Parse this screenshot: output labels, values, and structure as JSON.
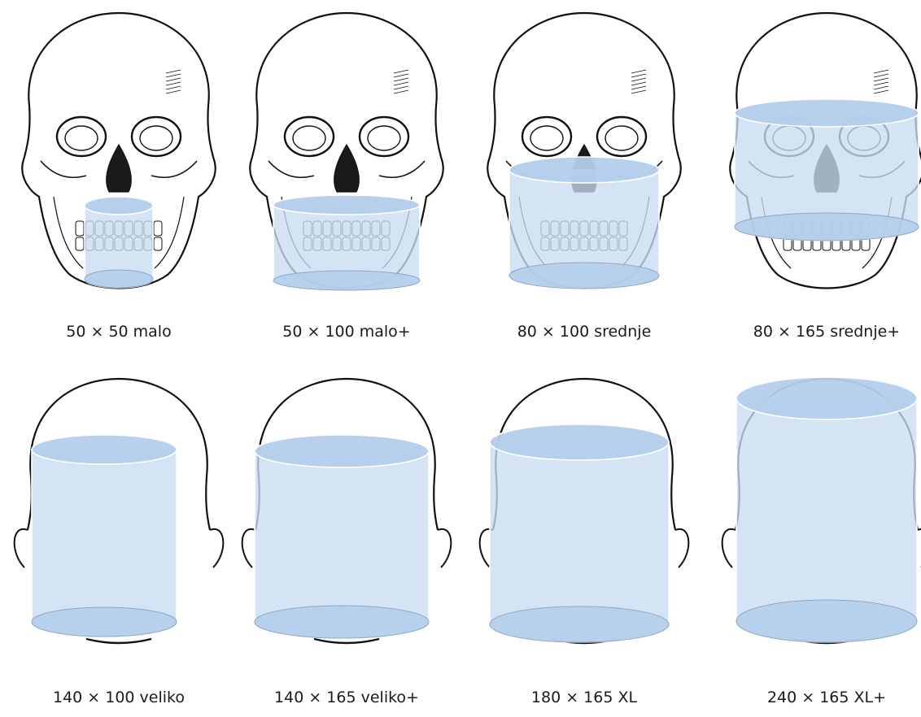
{
  "panels": [
    {
      "label": "50 × 50 malo",
      "view": "skull"
    },
    {
      "label": "50 × 100 malo+",
      "view": "skull"
    },
    {
      "label": "80 × 100 srednje",
      "view": "skull"
    },
    {
      "label": "80 × 165 srednje+",
      "view": "skull"
    },
    {
      "label": "140 × 100 veliko",
      "view": "head"
    },
    {
      "label": "140 × 165 veliko+",
      "view": "head"
    },
    {
      "label": "180 × 165 XL",
      "view": "head"
    },
    {
      "label": "240 × 165 XL+",
      "view": "head"
    }
  ],
  "colors": {
    "cylinder_fill": "#c9dcf2",
    "cylinder_cap": "#b4cdeb",
    "outline": "#111111"
  }
}
